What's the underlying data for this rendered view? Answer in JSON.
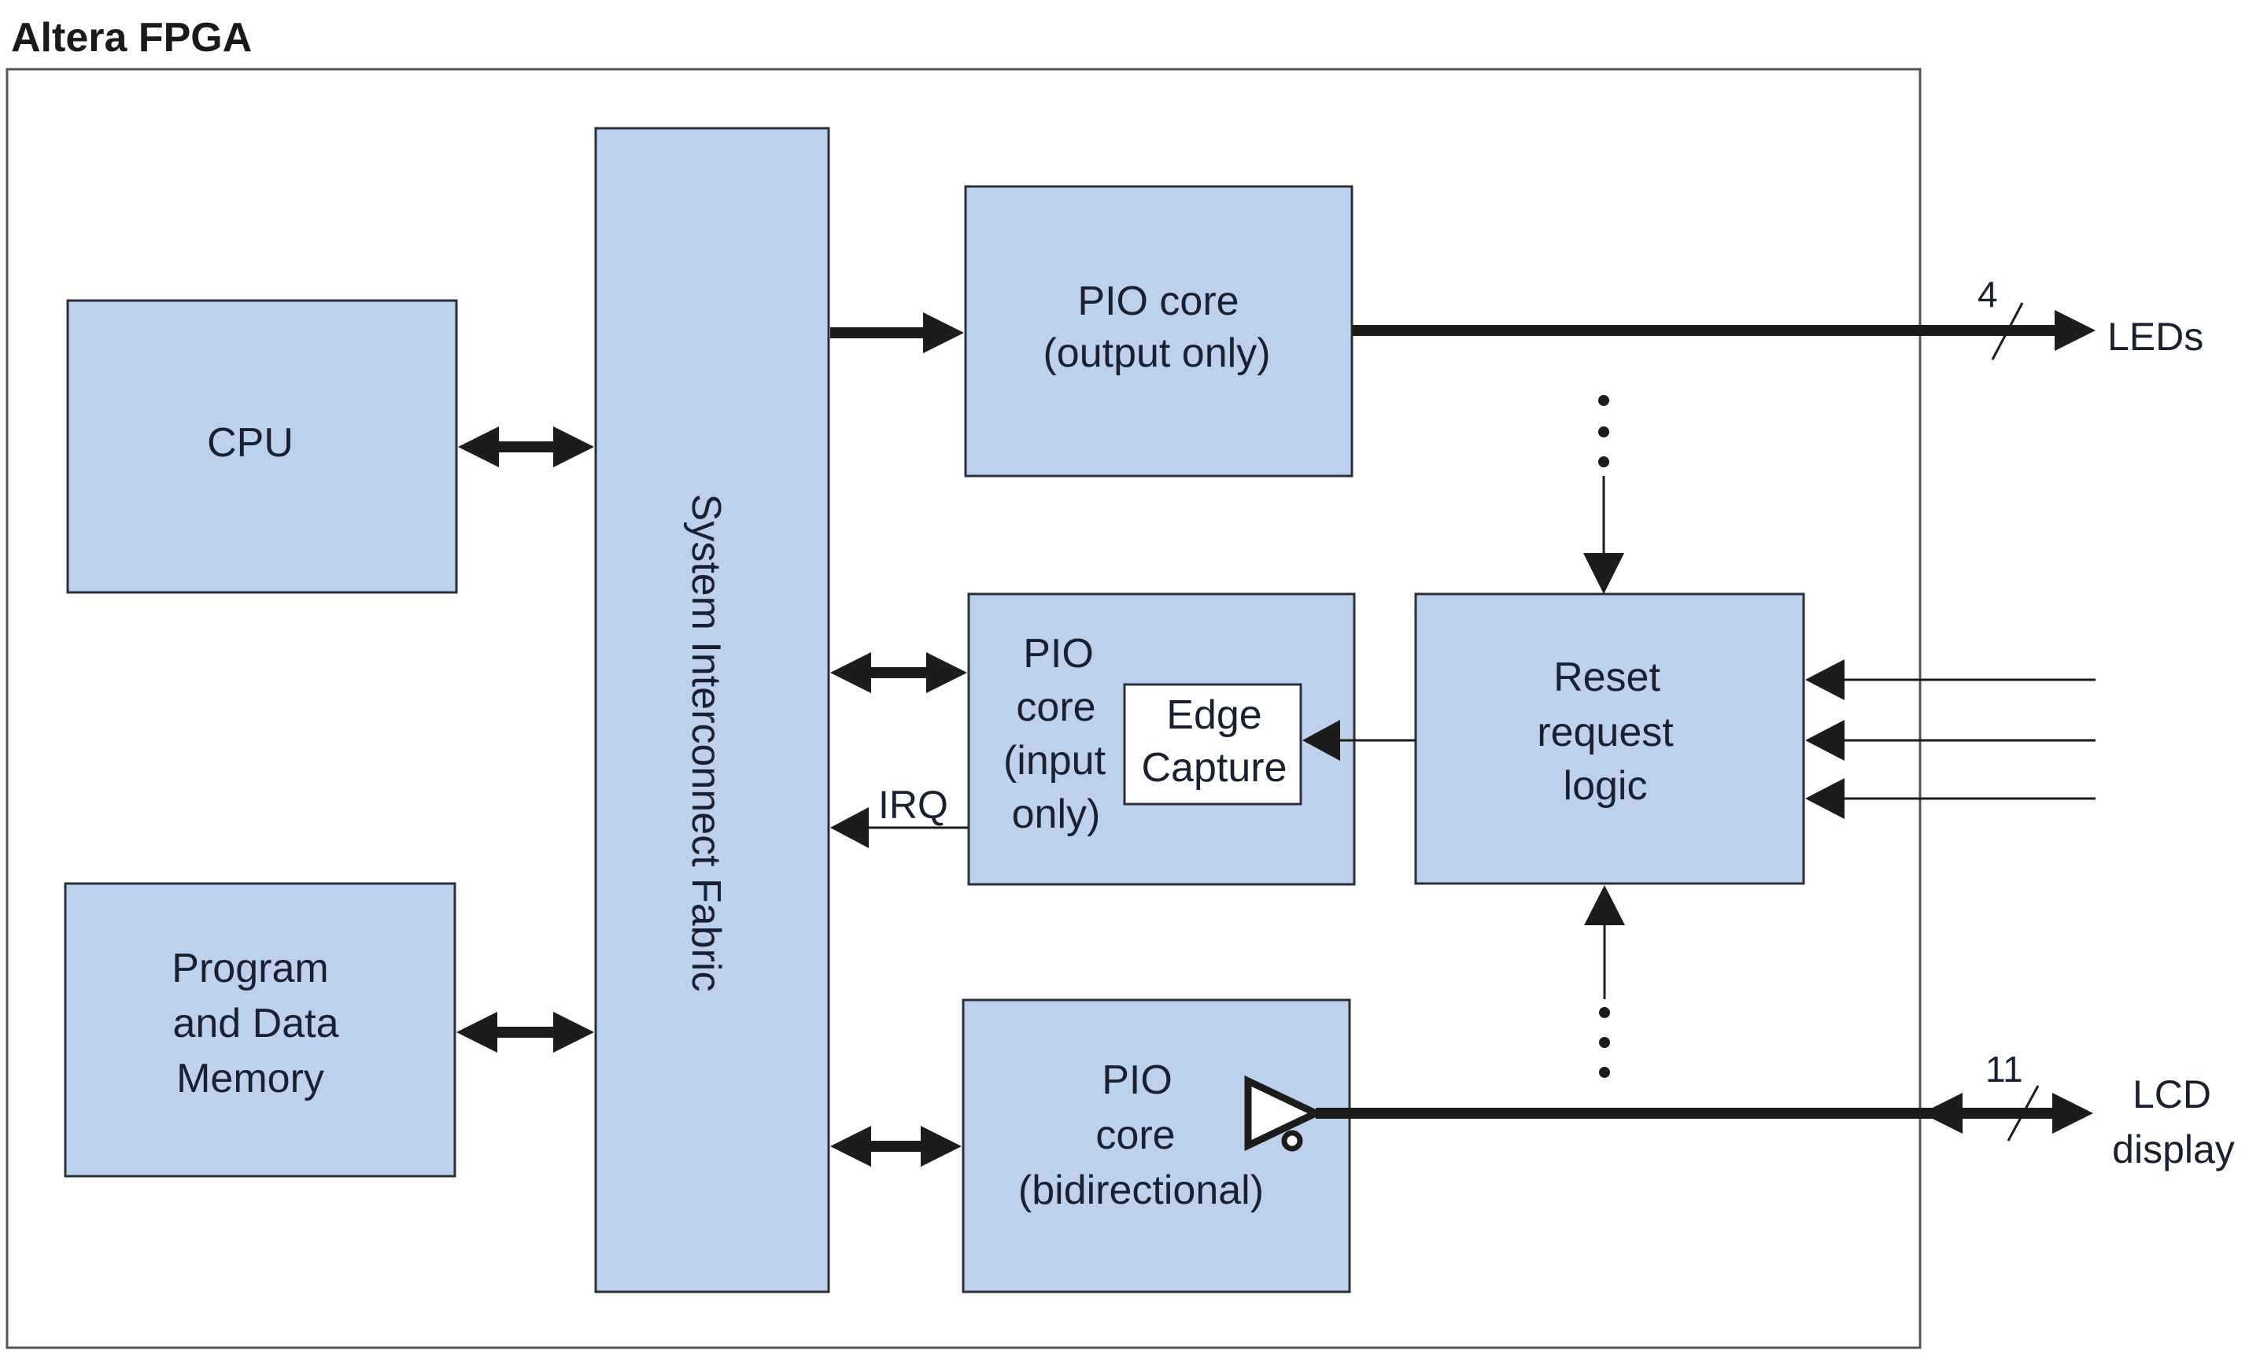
{
  "title": "Altera FPGA",
  "colors": {
    "block_fill": "#bdd0ec",
    "block_stroke": "#2a2f3a",
    "arrow": "#1c1c1c",
    "text": "#1b2030"
  },
  "blocks": {
    "cpu": {
      "lines": [
        "CPU"
      ]
    },
    "memory": {
      "lines": [
        "Program",
        "and Data",
        "Memory"
      ]
    },
    "fabric": {
      "label": "System Interconnect Fabric"
    },
    "pio_output": {
      "lines": [
        "PIO core",
        "(output only)"
      ]
    },
    "pio_input": {
      "lines": [
        "PIO",
        "core",
        "(input",
        "only)"
      ]
    },
    "edge_capture": {
      "lines": [
        "Edge",
        "Capture"
      ]
    },
    "reset_logic": {
      "lines": [
        "Reset",
        "request",
        "logic"
      ]
    },
    "pio_bidir": {
      "lines": [
        "PIO",
        "core",
        "(bidirectional)"
      ]
    }
  },
  "signals": {
    "irq": "IRQ",
    "leds": {
      "width": "4",
      "label": "LEDs"
    },
    "lcd": {
      "width": "11",
      "label_lines": [
        "LCD",
        "display"
      ]
    }
  }
}
